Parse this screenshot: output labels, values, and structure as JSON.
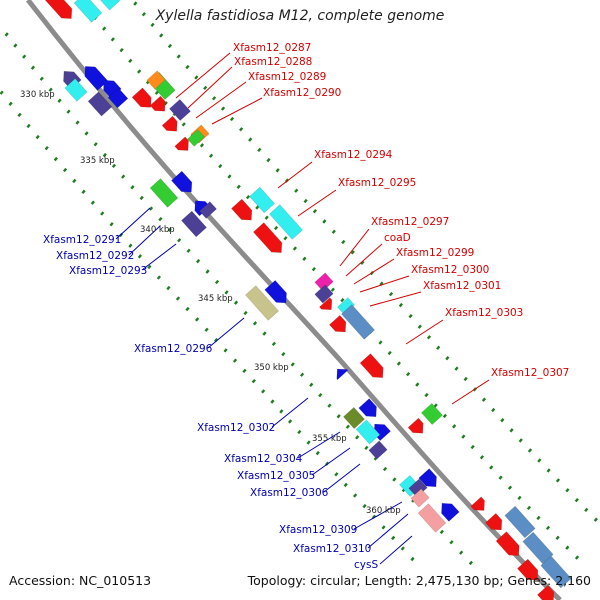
{
  "title": "Xylella fastidiosa M12, complete genome",
  "footer": {
    "accession": "Accession: NC_010513",
    "summary": "Topology: circular; Length: 2,475,130 bp; Genes: 2,160"
  },
  "colors": {
    "backbone": "#8c8c8c",
    "dots": "#1e7d1e",
    "forward_label": "#d40000",
    "reverse_label": "#0000b4",
    "red": "#ee1111",
    "cyan": "#33eeee",
    "navy": "#4b3f96",
    "blue": "#1111dd",
    "green": "#33cc33",
    "olive": "#c8c38c",
    "orange": "#ff8c1a",
    "magenta": "#ee22aa",
    "steel": "#5b8ec4",
    "pink": "#f4a0a0",
    "darkgreen": "#6b8a2a"
  },
  "ticks": [
    "330 kbp",
    "335 kbp",
    "340 kbp",
    "345 kbp",
    "350 kbp",
    "355 kbp",
    "360 kbp"
  ],
  "forward_labels": [
    "Xfasm12_0287",
    "Xfasm12_0288",
    "Xfasm12_0289",
    "Xfasm12_0290",
    "Xfasm12_0294",
    "Xfasm12_0295",
    "Xfasm12_0297",
    "coaD",
    "Xfasm12_0299",
    "Xfasm12_0300",
    "Xfasm12_0301",
    "Xfasm12_0303",
    "Xfasm12_0307"
  ],
  "reverse_labels": [
    "Xfasm12_0291",
    "Xfasm12_0292",
    "Xfasm12_0293",
    "Xfasm12_0296",
    "Xfasm12_0302",
    "Xfasm12_0304",
    "Xfasm12_0305",
    "Xfasm12_0306",
    "Xfasm12_0309",
    "Xfasm12_0310",
    "cysS"
  ]
}
